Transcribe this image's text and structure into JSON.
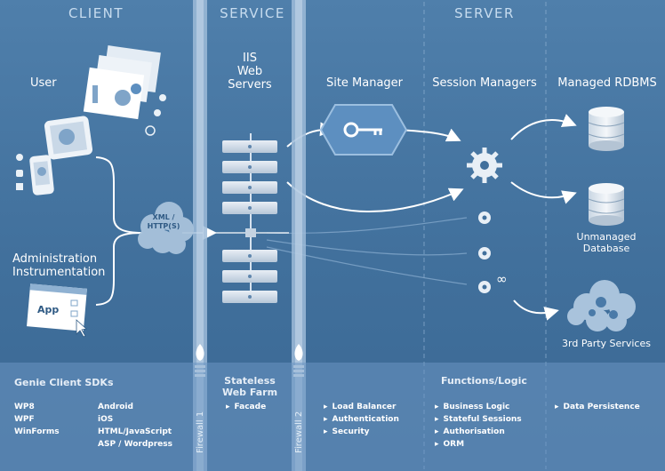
{
  "headers": {
    "client": "CLIENT",
    "service": "SERVICE",
    "server": "SERVER"
  },
  "labels": {
    "user": "User",
    "iis": [
      "IIS",
      "Web",
      "Servers"
    ],
    "site_manager": "Site Manager",
    "session_managers": "Session Managers",
    "managed_rdbms": "Managed RDBMS",
    "admin": [
      "Administration",
      "Instrumentation"
    ],
    "app": "App",
    "xml_http": [
      "XML /",
      "HTTP(S)"
    ],
    "unmanaged_db": [
      "Unmanaged",
      "Database"
    ],
    "third_party": "3rd Party Services",
    "infinity": "∞"
  },
  "firewalls": [
    "Firewall 1",
    "Firewall 2"
  ],
  "bottom": {
    "client_title": "Genie Client SDKs",
    "client_col1": [
      "WP8",
      "WPF",
      "WinForms"
    ],
    "client_col2": [
      "Android",
      "iOS",
      "HTML/JavaScript",
      "ASP / Wordpress"
    ],
    "service_title": [
      "Stateless",
      "Web Farm"
    ],
    "service_items": [
      "Facade"
    ],
    "service2_items": [
      "Load Balancer",
      "Authentication",
      "Security"
    ],
    "logic_title": "Functions/Logic",
    "logic_items": [
      "Business Logic",
      "Stateful Sessions",
      "Authorisation",
      "ORM"
    ],
    "data_items": [
      "Data Persistence"
    ]
  },
  "colors": {
    "background": "#41709c",
    "bottom_band": "#6c96c2",
    "header_text": "#c7dcef",
    "firewall_pillar": "#9dbbd8",
    "key_badge": "#5d8fc0"
  },
  "icons": [
    "user-screens-icon",
    "tablet-icon",
    "phone-icon",
    "apple-icon",
    "android-icon",
    "windows-icon",
    "globe-icon",
    "server-rack-icon",
    "key-icon",
    "gear-icon",
    "database-icon",
    "cloud-icon",
    "flame-icon",
    "firewall-brick-icon",
    "cursor-icon"
  ]
}
